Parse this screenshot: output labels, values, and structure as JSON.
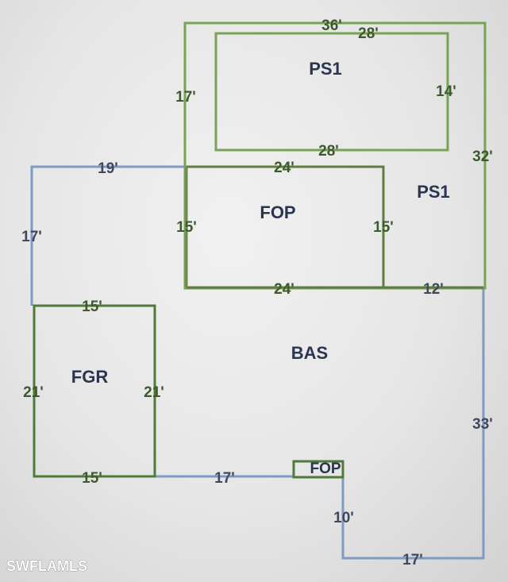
{
  "areas": {
    "ps1_top": "PS1",
    "ps1_right": "PS1",
    "fop_main": "FOP",
    "bas": "BAS",
    "fgr": "FGR",
    "fop_small": "FOP"
  },
  "dimensions": {
    "ps1_outer_top": "36'",
    "ps1_inner_top": "28'",
    "ps1_outer_left": "17'",
    "ps1_inner_right": "14'",
    "ps1_inner_bottom": "28'",
    "ps1_outer_right": "32'",
    "bas_top_left": "19'",
    "fop_top": "24'",
    "bas_left_upper": "17'",
    "fop_left": "15'",
    "fop_right": "15'",
    "fop_bottom": "24'",
    "bas_right_ledge": "12'",
    "fgr_top": "15'",
    "fgr_left": "21'",
    "fgr_right": "21'",
    "fgr_bottom": "15'",
    "bas_right": "33'",
    "bas_bottom_mid": "17'",
    "bas_notch": "10'",
    "bas_bottom_right": "17'"
  },
  "colors": {
    "bas_outline": "#7f9bc4",
    "ps1_outline": "#7aa257",
    "fop_outline": "#5f7d3f",
    "fgr_outline": "#4f7a3a",
    "label_text": "#2b3550"
  },
  "watermark": "SWFLAMLS"
}
